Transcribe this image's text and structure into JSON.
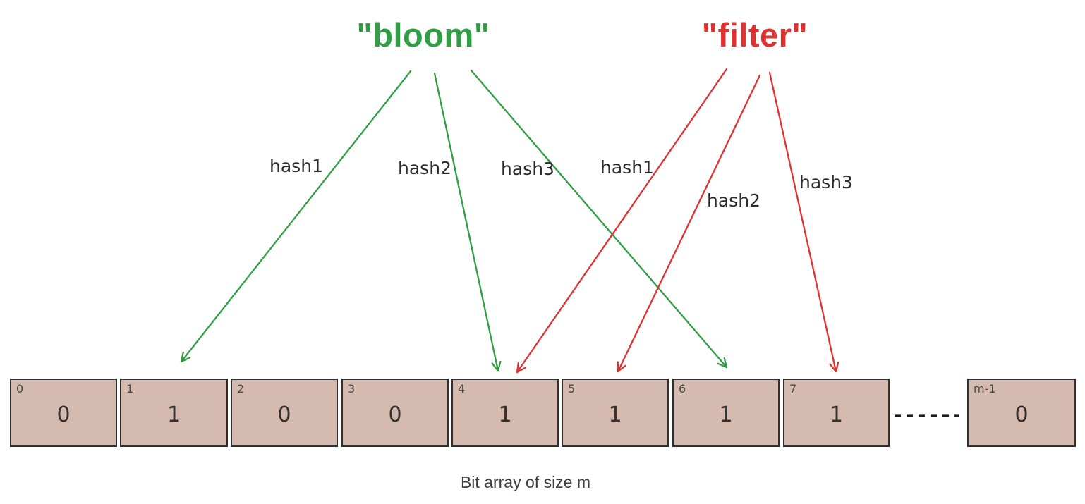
{
  "titles": {
    "bloom": "\"bloom\"",
    "filter": "\"filter\""
  },
  "colors": {
    "green": "#2f9e44",
    "red": "#e03131",
    "cell_fill": "#d5bbaf",
    "cell_border": "#2f2f2f"
  },
  "hash_labels": {
    "bloom": [
      "hash1",
      "hash2",
      "hash3"
    ],
    "filter": [
      "hash1",
      "hash2",
      "hash3"
    ]
  },
  "bit_array": {
    "caption": "Bit array of size m",
    "cells": [
      {
        "index": "0",
        "value": "0"
      },
      {
        "index": "1",
        "value": "1"
      },
      {
        "index": "2",
        "value": "0"
      },
      {
        "index": "3",
        "value": "0"
      },
      {
        "index": "4",
        "value": "1"
      },
      {
        "index": "5",
        "value": "1"
      },
      {
        "index": "6",
        "value": "1"
      },
      {
        "index": "7",
        "value": "1"
      },
      {
        "index": "m-1",
        "value": "0"
      }
    ]
  }
}
